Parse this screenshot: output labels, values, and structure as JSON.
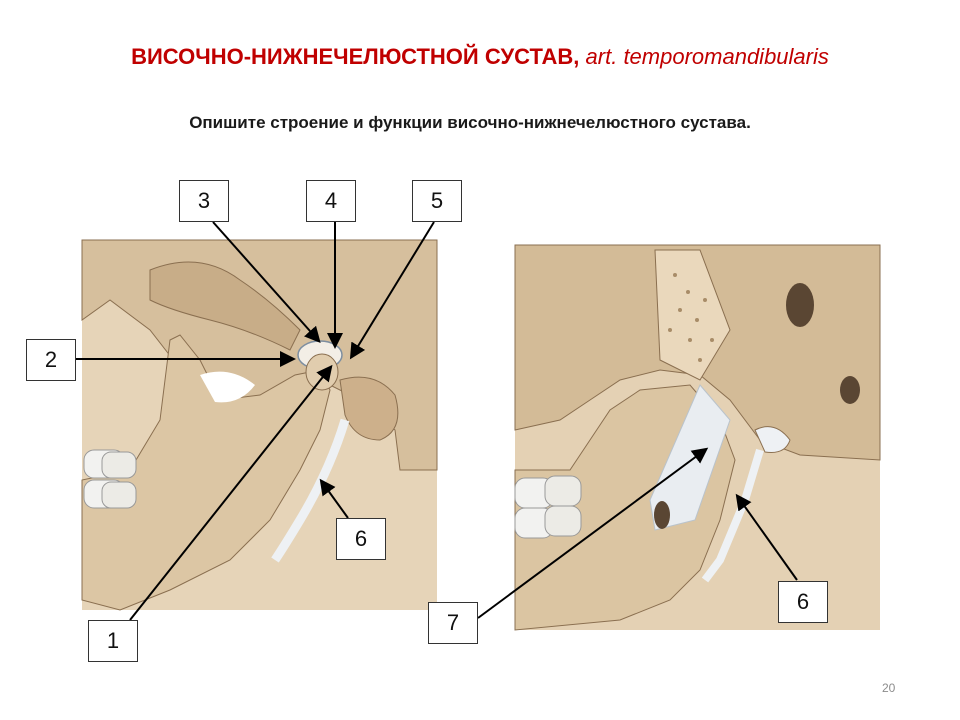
{
  "slide": {
    "title_bold": "ВИСОЧНО-НИЖНЕЧЕЛЮСТНОЙ СУСТАВ,",
    "title_latin": "art. temporomandibularis",
    "subtitle": "Опишите строение и функции височно-нижнечелюстного сустава.",
    "page_number": "20"
  },
  "labels": {
    "l1": "1",
    "l2": "2",
    "l3": "3",
    "l4": "4",
    "l5": "5",
    "l6a": "6",
    "l6b": "6",
    "l7": "7"
  },
  "colors": {
    "title": "#c00000",
    "bone": "#d9c3a3",
    "bone_dark": "#b59a78",
    "ligament": "#e8ecf0",
    "teeth": "#f2f2f0"
  }
}
